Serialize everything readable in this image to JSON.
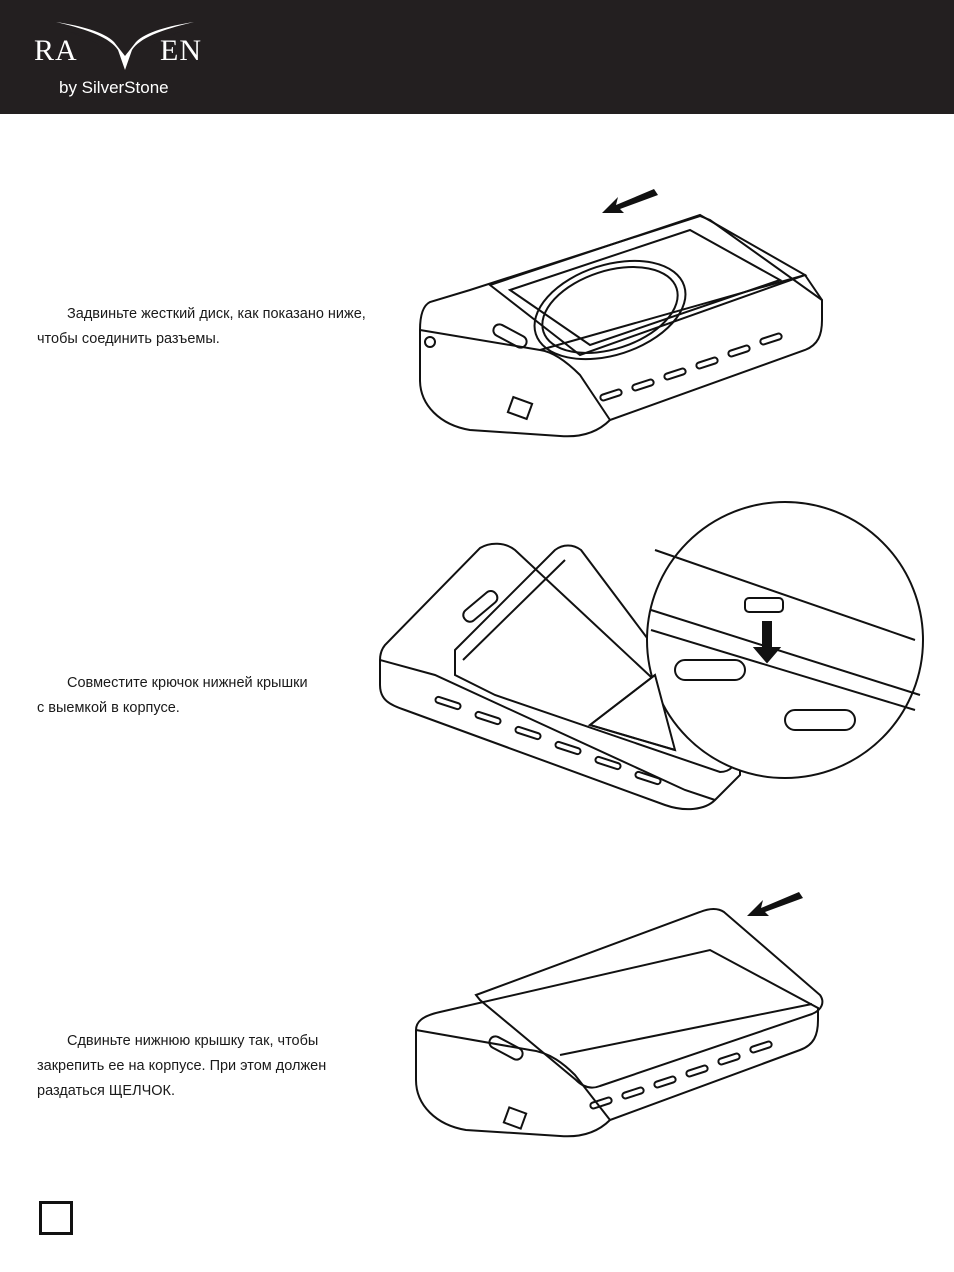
{
  "header": {
    "brand_left": "RA",
    "brand_right": "EN",
    "brand_sub": "by SilverStone",
    "background": "#231f20"
  },
  "steps": [
    {
      "text_line1": "Задвиньте жесткий диск, как показано ниже,",
      "text_line2": "чтобы соединить разъемы."
    },
    {
      "text_line1": "Совместите крючок нижней крышки",
      "text_line2": "с выемкой в корпусе."
    },
    {
      "text_line1": "Сдвиньте нижнюю крышку так, чтобы",
      "text_line2": "закрепить ее на корпусе. При этом должен",
      "text_line3": "раздаться ЩЕЛЧОК."
    }
  ],
  "icons": {
    "logo": "raven-wings-logo",
    "arrow": "direction-arrow-icon",
    "page_marker": "page-number-box"
  }
}
